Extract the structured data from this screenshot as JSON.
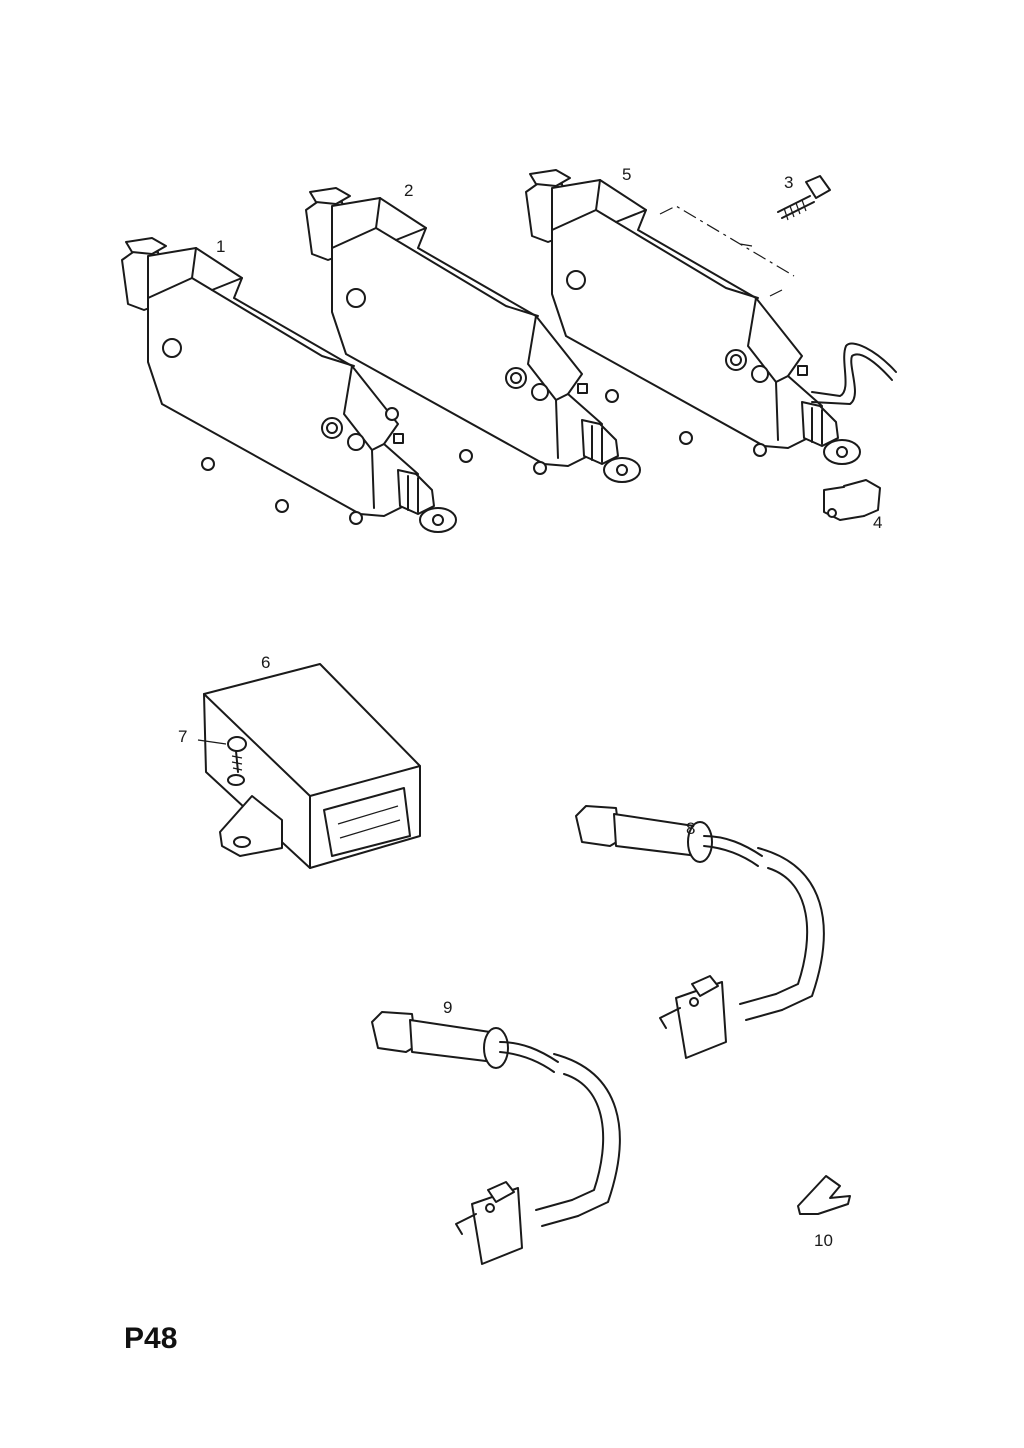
{
  "diagram": {
    "page_code": "P48",
    "callouts": [
      "1",
      "2",
      "3",
      "4",
      "5",
      "6",
      "7",
      "8",
      "9",
      "10"
    ]
  }
}
